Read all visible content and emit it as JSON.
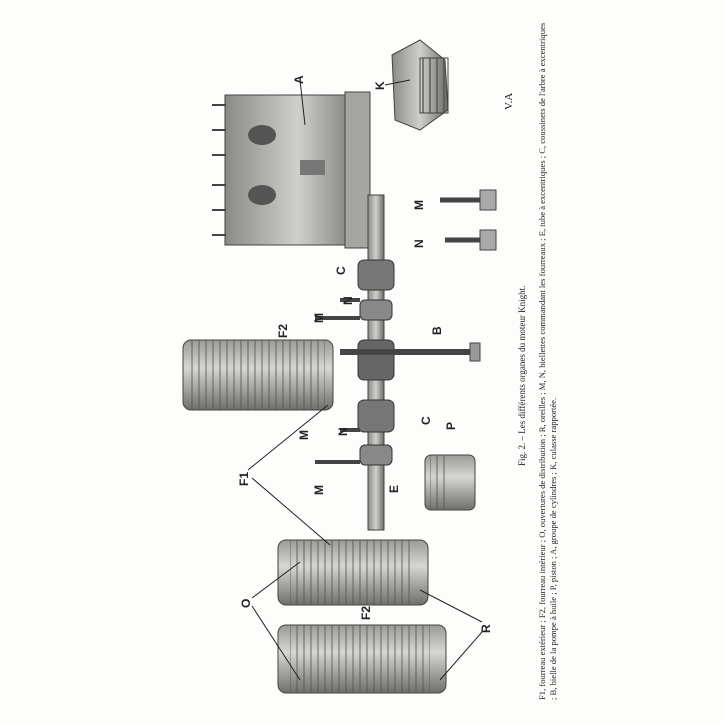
{
  "figure": {
    "corner_mark": "V.A",
    "labels": {
      "A": "A",
      "K": "K",
      "M": "M",
      "N": "N",
      "C": "C",
      "B": "B",
      "P": "P",
      "E": "E",
      "F1": "F1",
      "F2": "F2",
      "O": "O",
      "R": "R"
    }
  },
  "caption": {
    "title": "Fig. 2. – Les différents organes du moteur Knight.",
    "line1": "F1, fourreau extérieur ; F2, fourreau intérieur ; O, ouvertures de distribution ; R, oreilles ; M, N, biellettes commandant les fourreaux ;  E, tube à excentriques ; C, coussinets de l'arbre à excentriques",
    "line2": "; B, bielle de la pompe à huile ; P, piston ; A, groupe de cylindres ; K, culasse rapportée."
  }
}
